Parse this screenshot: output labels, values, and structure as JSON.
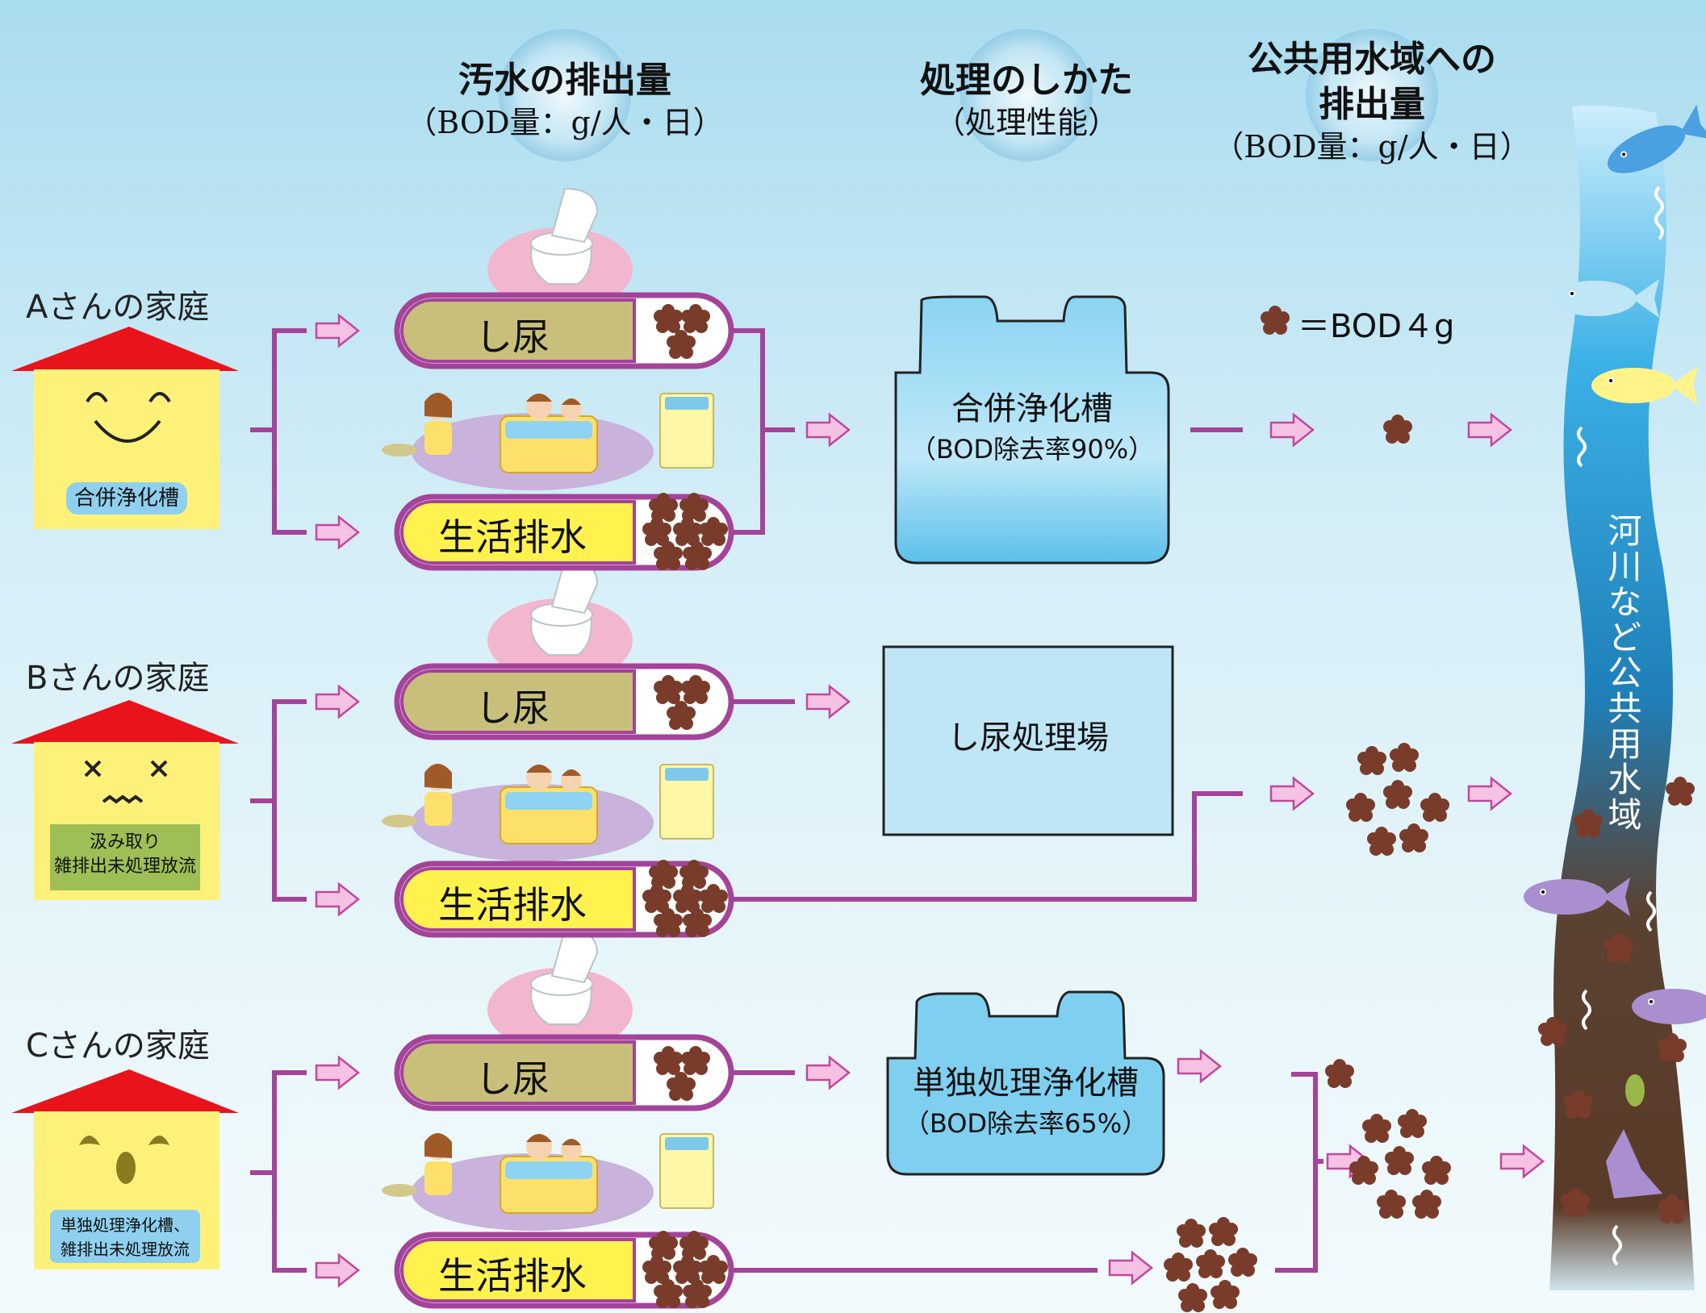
{
  "header": {
    "col1_title": "汚水の排出量",
    "col1_sub": "（BOD量：g/人・日）",
    "col2_title": "処理のしかた",
    "col2_sub": "（処理性能）",
    "col3_title_1": "公共用水域への",
    "col3_title_2": "排出量",
    "col3_sub": "（BOD量：g/人・日）"
  },
  "legend": {
    "text": "＝BOD４g"
  },
  "river": {
    "label": "河川など公共用水域"
  },
  "households": [
    {
      "name": "Aさんの家庭",
      "face": "happy",
      "tag_lines": [
        "合併浄化槽"
      ],
      "tag_color": "#8fd0ee",
      "pills": [
        "し尿",
        "生活排水"
      ],
      "pill_bod_units": [
        3,
        7
      ],
      "treatment": {
        "name": "合併浄化槽",
        "rate": "（BOD除去率90%）"
      },
      "discharge_units": 1
    },
    {
      "name": "Bさんの家庭",
      "face": "dizzy",
      "tag_lines": [
        "汲み取り",
        "雑排出未処理放流"
      ],
      "tag_color": "#9dbf55",
      "pills": [
        "し尿",
        "生活排水"
      ],
      "pill_bod_units": [
        3,
        7
      ],
      "treatment": {
        "name": "し尿処理場",
        "rate": ""
      },
      "discharge_units": 7
    },
    {
      "name": "Cさんの家庭",
      "face": "sad",
      "tag_lines": [
        "単独処理浄化槽、",
        "雑排出未処理放流"
      ],
      "tag_color": "#8fd0ee",
      "pills": [
        "し尿",
        "生活排水"
      ],
      "pill_bod_units": [
        3,
        7
      ],
      "treatment": {
        "name": "単独処理浄化槽",
        "rate": "（BOD除去率65%）"
      },
      "discharge_units": 8
    }
  ],
  "colors": {
    "flow_line": "#a4439a",
    "arrow_fill": "#f6c2e3",
    "arrow_stroke": "#c0489f",
    "pill_shiniyo": "#c8c07a",
    "pill_seikatsu": "#fff24f",
    "house_roof": "#e8131b",
    "house_wall": "#fdf17a",
    "tank_fill": "#7fd0f0",
    "bod_blob": "#7a3c2a"
  }
}
